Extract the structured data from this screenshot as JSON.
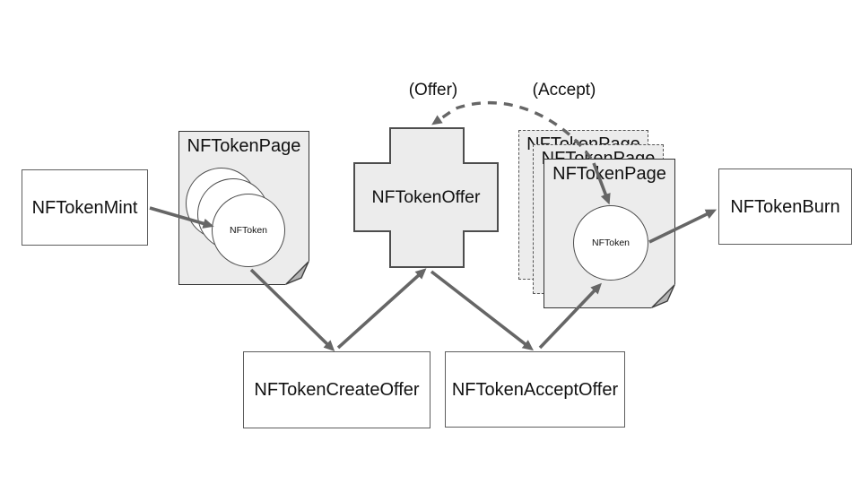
{
  "diagram": {
    "nodes": {
      "mint": {
        "label": "NFTokenMint"
      },
      "page1": {
        "title": "NFTokenPage",
        "token_label": "NFToken"
      },
      "offer": {
        "label": "NFTokenOffer"
      },
      "page_stack": {
        "back_title": "NFTokenPage",
        "middle_title": "NFTokenPage",
        "front_title": "NFTokenPage",
        "token_label": "NFToken"
      },
      "burn": {
        "label": "NFTokenBurn"
      },
      "create_offer": {
        "label": "NFTokenCreateOffer"
      },
      "accept_offer": {
        "label": "NFTokenAcceptOffer"
      }
    },
    "annotations": {
      "offer_label": "(Offer)",
      "accept_label": "(Accept)"
    },
    "colors": {
      "background": "#ffffff",
      "shape_fill": "#ececec",
      "page_border": "#333333",
      "dashed_border": "#555555",
      "box_border": "#5e5e5e",
      "circle_border": "#4d4d4d",
      "cross_border": "#4d4d4d",
      "arrow": "#666666",
      "fold_fill": "#b3b3b3",
      "fold_stroke": "#3d3d3d",
      "text": "#111111"
    }
  }
}
